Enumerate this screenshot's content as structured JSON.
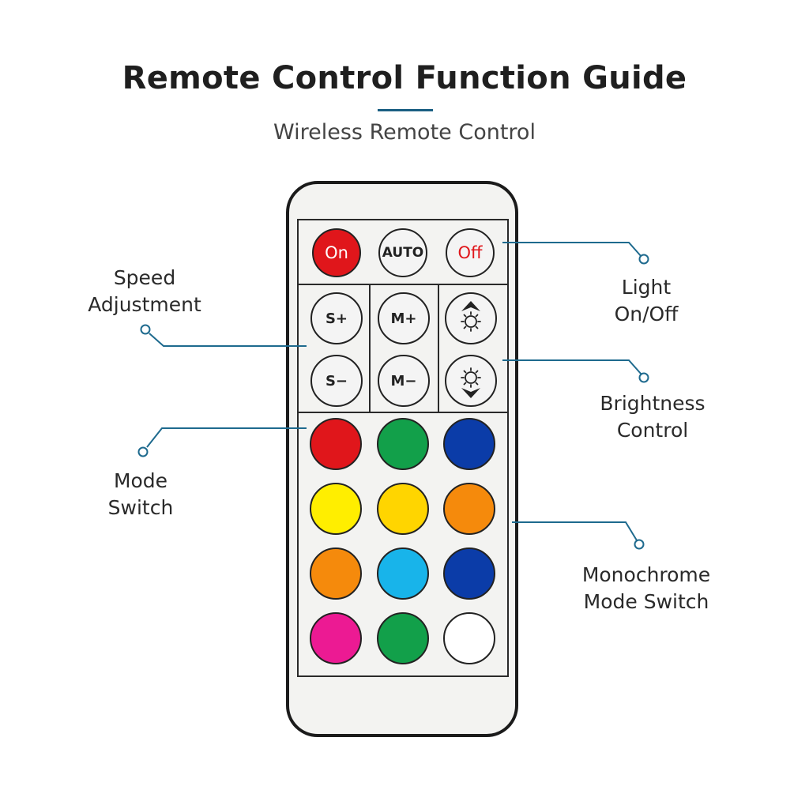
{
  "header": {
    "title": "Remote Control Function Guide",
    "subtitle": "Wireless Remote Control"
  },
  "remote": {
    "top_row": [
      {
        "label": "On",
        "fill": "#e0161b",
        "text_color": "#ffffff"
      },
      {
        "label": "AUTO",
        "fill": "#f4f4f4",
        "text_color": "#222222"
      },
      {
        "label": "Off",
        "fill": "#f4f4f4",
        "text_color": "#e0161b"
      }
    ],
    "speed_buttons": [
      {
        "label": "S+"
      },
      {
        "label": "S−"
      }
    ],
    "mode_buttons": [
      {
        "label": "M+"
      },
      {
        "label": "M−"
      }
    ],
    "brightness_buttons": [
      {
        "icon": "brightness-up-icon"
      },
      {
        "icon": "brightness-down-icon"
      }
    ],
    "color_buttons": [
      "#e0161b",
      "#12a04a",
      "#0b3ca8",
      "#ffee00",
      "#ffd500",
      "#f58a0c",
      "#f58a0c",
      "#18b4ea",
      "#0b3ca8",
      "#ec1a93",
      "#12a04a",
      "#ffffff"
    ]
  },
  "callouts": {
    "speed": [
      "Speed",
      "Adjustment"
    ],
    "light": [
      "Light",
      "On/Off"
    ],
    "brightness": [
      "Brightness",
      "Control"
    ],
    "mode": [
      "Mode",
      "Switch"
    ],
    "mono": [
      "Monochrome",
      "Mode Switch"
    ]
  },
  "colors": {
    "accent": "#1a5f82",
    "leader": "#1e6a8e"
  }
}
